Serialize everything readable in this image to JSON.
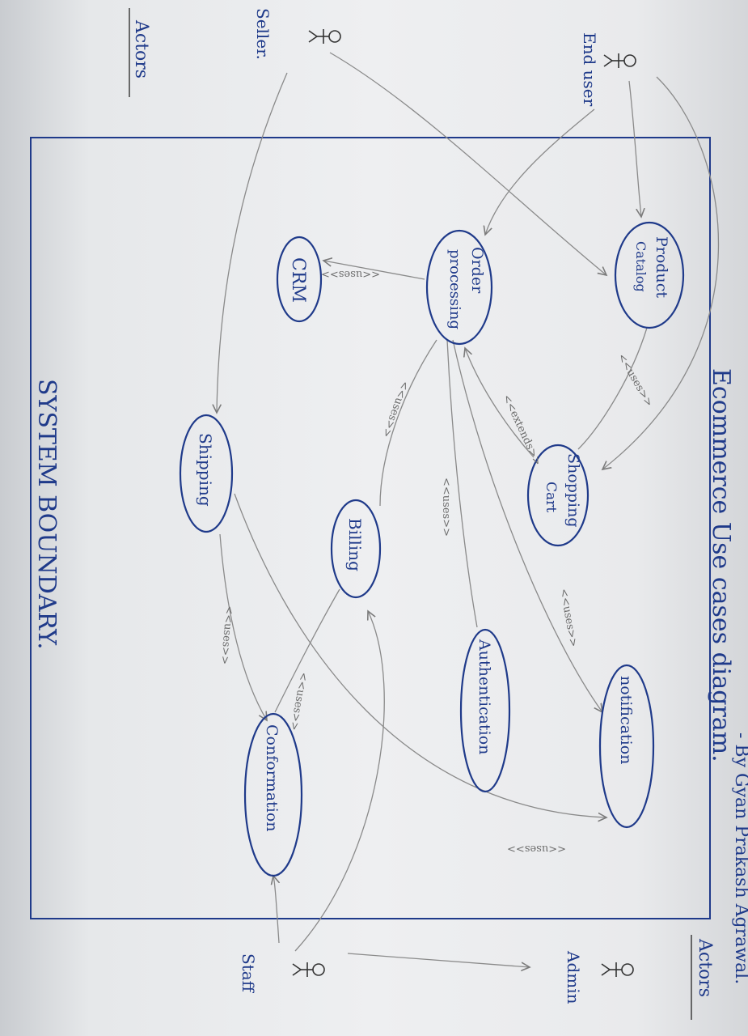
{
  "title": "Ecommerce  Use cases diagram.",
  "system_label": "SYSTEM BOUNDARY.",
  "author": "- By Gyan Prakash Agrawal.",
  "actors_left": {
    "header": "Actors",
    "end_user": "End user",
    "seller": "Seller."
  },
  "actors_right": {
    "header": "Actors",
    "admin": "Admin",
    "staff": "Staff"
  },
  "use_cases": {
    "product_catalog_1": "Product",
    "product_catalog_2": "Catalog",
    "order_processing_1": "Order",
    "order_processing_2": "processing",
    "crm": "CRM",
    "shopping_cart_1": "Shopping",
    "shopping_cart_2": "Cart",
    "shipping": "Shipping",
    "billing": "Billing",
    "authentication": "Authentication",
    "notification": "notification",
    "confirmation": "Conformation"
  },
  "relations": {
    "uses_crm": "<<uses>>",
    "uses_cart": "<<uses>>",
    "extends": "<<extends>>",
    "uses_billing": "<<uses>>",
    "uses_auth": "<<uses>>",
    "uses_notif": "<<uses>>",
    "uses_ship": "<<uses>>",
    "uses_conf": "<<uses>>",
    "uses_bottom": "<<uses>>"
  },
  "colors": {
    "ink": "#1f3a8a",
    "pencil": "#7a7a7a",
    "paper": "#eceef0"
  }
}
